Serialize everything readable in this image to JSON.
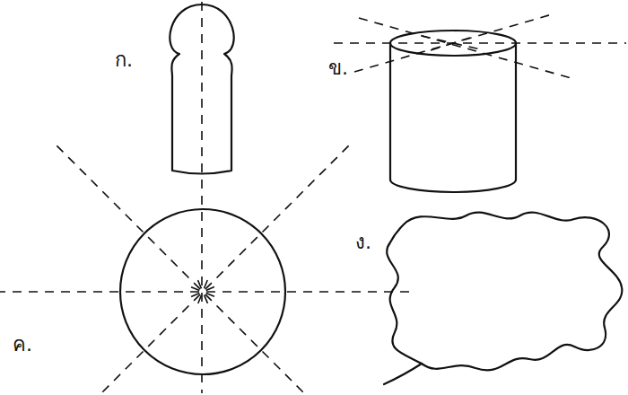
{
  "diagram": {
    "labels": [
      "ก.",
      "ข.",
      "ค.",
      "ง."
    ]
  }
}
